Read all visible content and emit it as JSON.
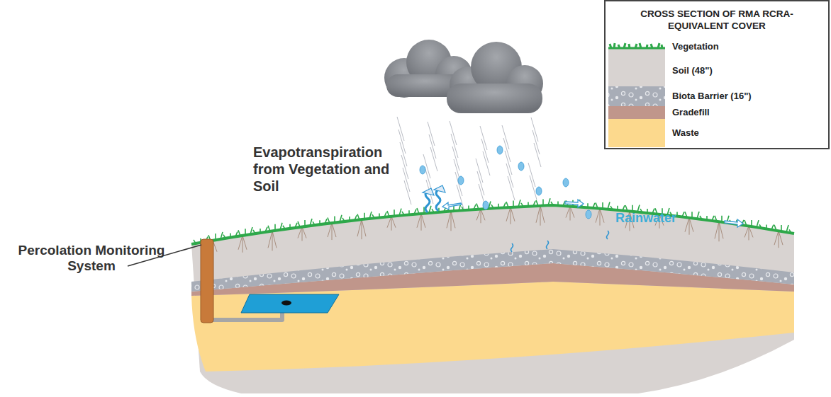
{
  "diagram": {
    "labels": [
      "CROSS SECTION OF RMA RCRA-EQUIVALENT COVER",
      "Evapotranspiration from Vegetation and Soil",
      "Percolation Monitoring System",
      "Rainwater"
    ],
    "legend": [
      {
        "text": "Vegetation"
      },
      {
        "text": "Soil (48\")",
        "color": "#d8d3d1"
      },
      {
        "text": "Biota Barrier (16\")"
      },
      {
        "text": "Gradefill",
        "color": "#c0968b"
      },
      {
        "text": "Waste",
        "color": "#fcd98d"
      }
    ]
  }
}
